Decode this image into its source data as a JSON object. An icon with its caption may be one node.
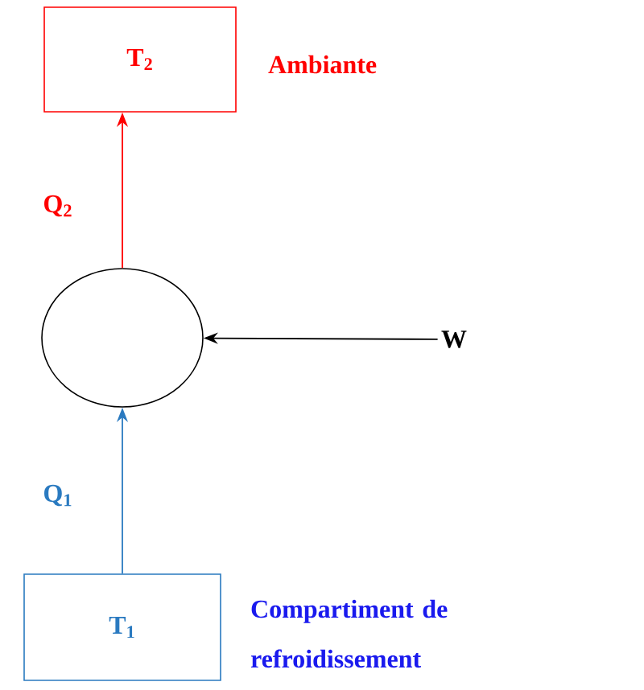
{
  "diagram": {
    "nodes": [
      {
        "text": [
          "T$_{2}$"
        ],
        "beside": [
          "Ambiante"
        ]
      },
      {
        "text": [],
        "shape": "circle"
      },
      {
        "text": [
          "T$_{1}$"
        ],
        "beside": [
          "Compartiment de refroidissement"
        ]
      },
      {
        "text": [
          "W"
        ]
      }
    ],
    "edges": [
      {
        "from": 1,
        "to": 0,
        "arrow": "to",
        "label": "Q$_{2}$",
        "color": "#ff0000"
      },
      {
        "from": 2,
        "to": 1,
        "arrow": "to",
        "label": "Q$_{1}$",
        "color": "#2a7ac0"
      },
      {
        "from": 3,
        "to": 1,
        "arrow": "to",
        "color": "#000000"
      }
    ]
  }
}
